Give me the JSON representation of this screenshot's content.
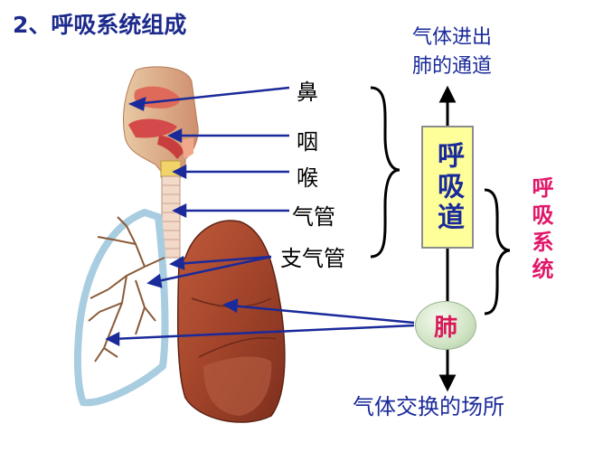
{
  "title": "2、呼吸系统组成",
  "labels": {
    "nose": "鼻",
    "pharynx": "咽",
    "larynx": "喉",
    "trachea": "气管",
    "bronchi": "支气管"
  },
  "airway": "呼吸道",
  "lung": "肺",
  "respiratory_system": "呼吸系统",
  "airway_function": "气体进出肺的通道",
  "lung_function": "气体交换的场所",
  "colors": {
    "title": "#1c2a8c",
    "arrow": "#1a2a9a",
    "airway_box": "#ffff99",
    "system_text": "#e0186a",
    "lung_text": "#d81a5a"
  }
}
